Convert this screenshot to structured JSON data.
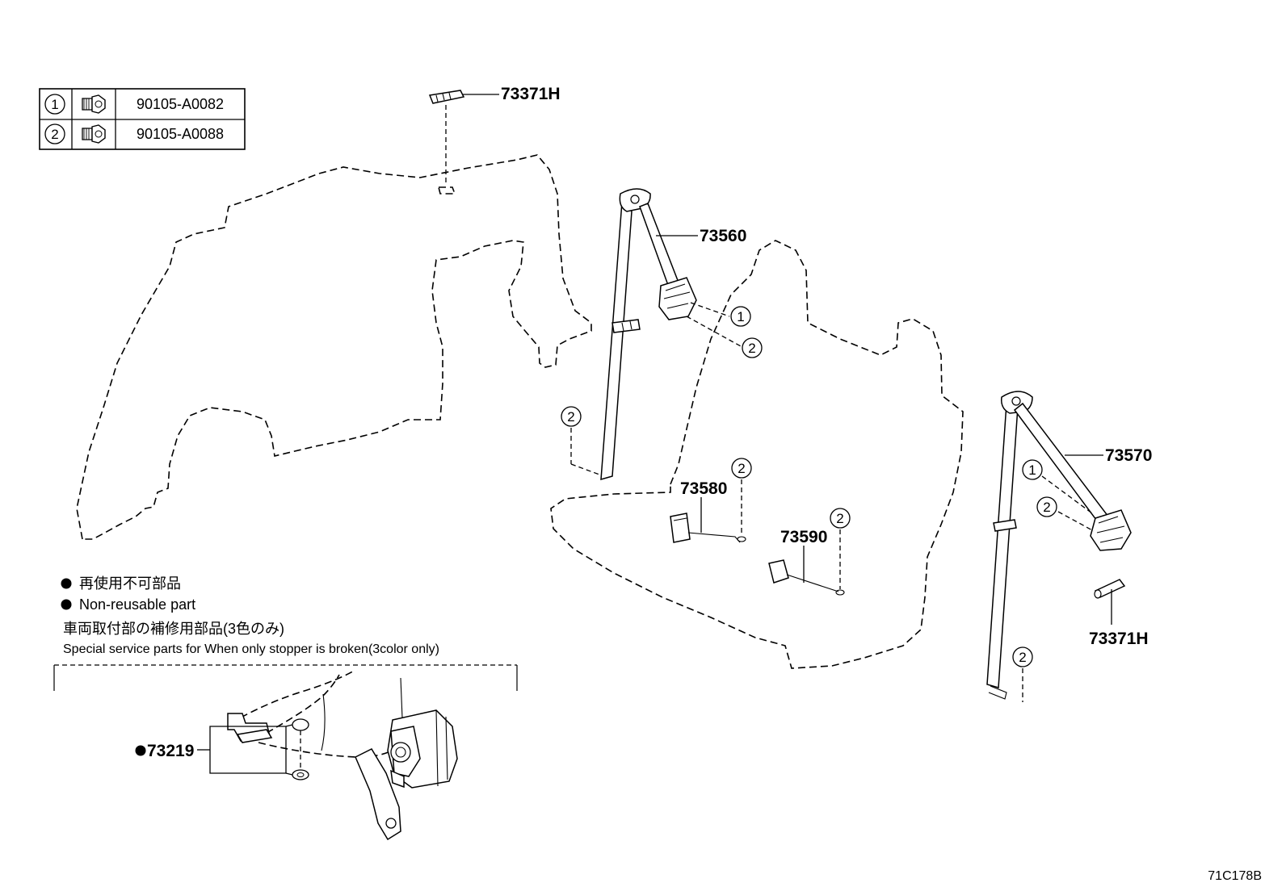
{
  "fastener_table": {
    "rows": [
      {
        "ref": "1",
        "icon": "bolt-icon",
        "part_no": "90105-A0082"
      },
      {
        "ref": "2",
        "icon": "bolt-icon",
        "part_no": "90105-A0088"
      }
    ]
  },
  "parts": {
    "p73371h_top": "73371H",
    "p73560": "73560",
    "p73570": "73570",
    "p73580": "73580",
    "p73590": "73590",
    "p73371h_right": "73371H",
    "p73219": "73219"
  },
  "callouts": {
    "c1_a": "1",
    "c2_a": "2",
    "c2_b": "2",
    "c2_c": "2",
    "c2_d": "2",
    "c1_b": "1",
    "c2_e": "2",
    "c2_f": "2"
  },
  "notes": {
    "non_reusable_jp": "再使用不可部品",
    "non_reusable_en": "Non-reusable part",
    "special_jp": "車両取付部の補修用部品(3色のみ)",
    "special_en": "Special service parts for When only stopper is broken(3color only)"
  },
  "diagram_code": "71C178B"
}
